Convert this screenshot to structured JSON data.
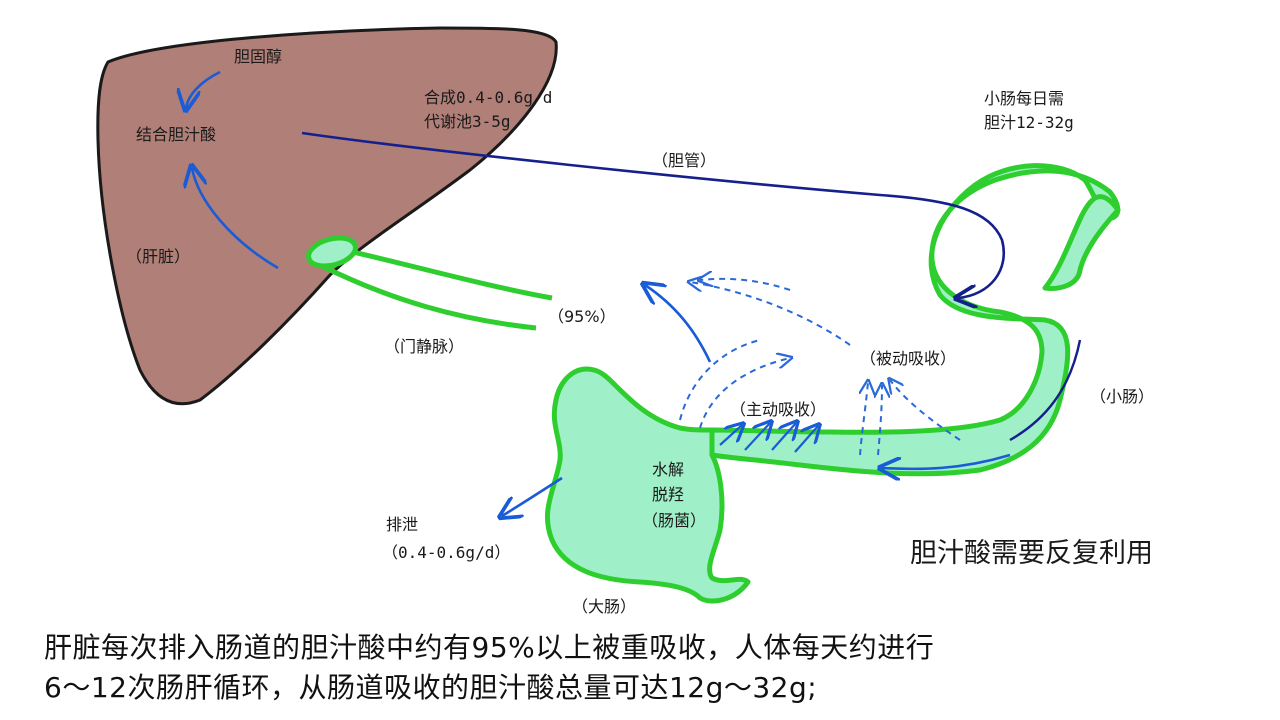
{
  "colors": {
    "liver_fill": "#b07f78",
    "intestine_fill": "#9ff0c8",
    "intestine_stroke": "#2fce2f",
    "bile_duct": "#16208c",
    "arrow_blue": "#1a5bd6",
    "dashed_blue": "#2a6ad8"
  },
  "labels": {
    "cholesterol": "胆固醇",
    "conjugated_bile_acid": "结合胆汁酸",
    "liver": "（肝脏）",
    "synthesis_line1": "合成0.4-0.6g/d",
    "synthesis_line2": "代谢池3-5g",
    "small_intestine_need_line1": "小肠每日需",
    "small_intestine_need_line2": "胆汁12-32g",
    "bile_duct": "（胆管）",
    "percent_95": "（95%）",
    "portal_vein": "（门静脉）",
    "passive_absorption": "（被动吸收）",
    "active_absorption": "（主动吸收）",
    "small_intestine": "（小肠）",
    "hydrolysis_line1": "水解",
    "hydrolysis_line2": "脱羟",
    "hydrolysis_line3": "（肠菌）",
    "excretion_line1": "排泄",
    "excretion_line2": "（0.4-0.6g/d）",
    "large_intestine": "（大肠）",
    "reuse_title": "胆汁酸需要反复利用"
  },
  "caption": {
    "line1": "肝脏每次排入肠道的胆汁酸中约有95%以上被重吸收，人体每天约进行",
    "line2": "6～12次肠肝循环，从肠道吸收的胆汁酸总量可达12g～32g;"
  }
}
